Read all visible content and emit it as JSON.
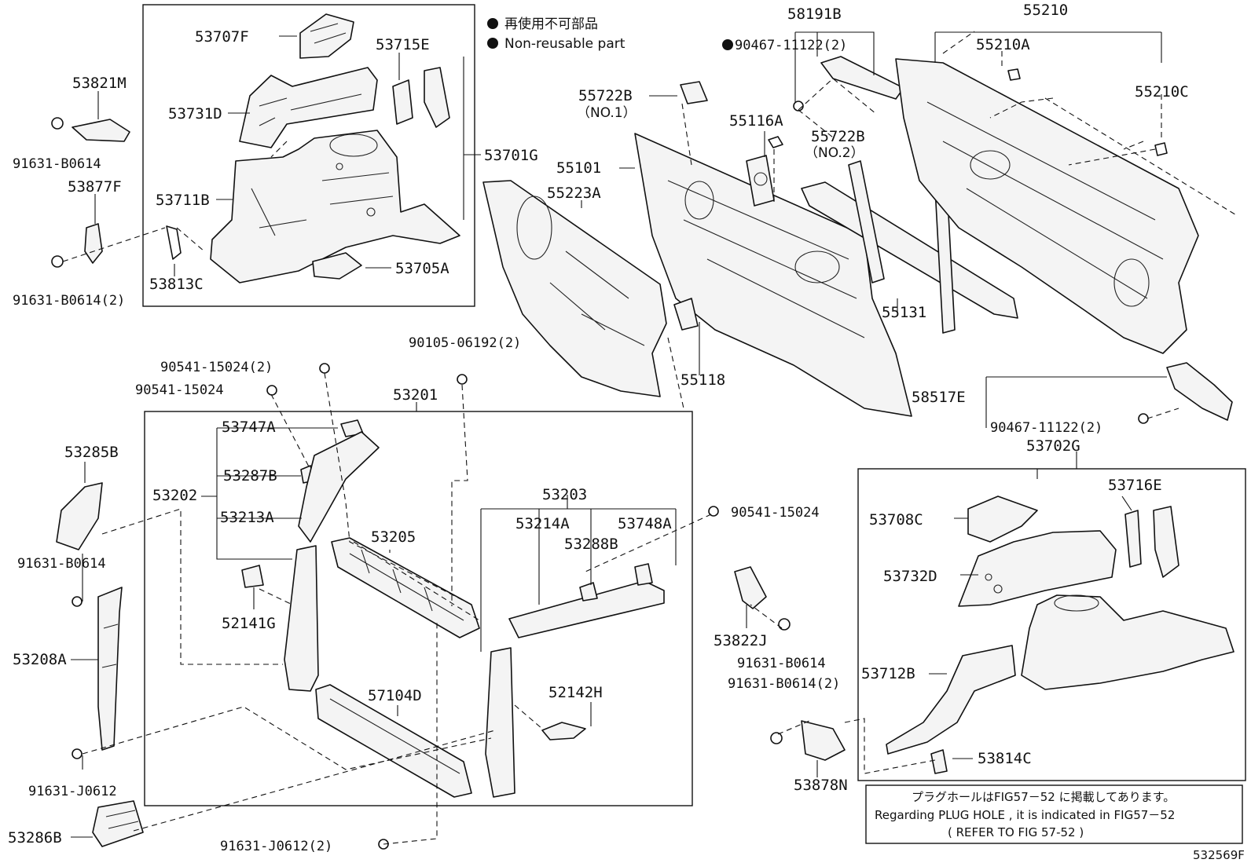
{
  "legend": {
    "jp": "再使用不可部品",
    "en": "Non-reusable part"
  },
  "labels": {
    "p53707F": "53707F",
    "p53715E": "53715E",
    "p53731D": "53731D",
    "p53711B": "53711B",
    "p53705A": "53705A",
    "p53813C": "53813C",
    "p53701G": "53701G",
    "p53821M": "53821M",
    "p91631B0614a": "91631-B0614",
    "p53877F": "53877F",
    "p91631B0614b": "91631-B0614(2)",
    "p58191B": "58191B",
    "p90467a": "90467-11122(2)",
    "p55210": "55210",
    "p55210A": "55210A",
    "p55210C": "55210C",
    "p55722B1": "55722B",
    "no1": "（NO.1）",
    "p55116A": "55116A",
    "p55722B2": "55722B",
    "no2": "（NO.2）",
    "p55101": "55101",
    "p55223A": "55223A",
    "p55131": "55131",
    "p55118": "55118",
    "p90105": "90105-06192(2)",
    "p90541a": "90541-15024(2)",
    "p90541b": "90541-15024",
    "p53201": "53201",
    "p58517E": "58517E",
    "p90467b": "90467-11122(2)",
    "p53702G": "53702G",
    "p53285B": "53285B",
    "p53747A": "53747A",
    "p53287B": "53287B",
    "p53202": "53202",
    "p53213A": "53213A",
    "p53203": "53203",
    "p53205": "53205",
    "p53214A": "53214A",
    "p53748A": "53748A",
    "p53288B": "53288B",
    "p90541c": "90541-15024",
    "p91631B0614c": "91631-B0614",
    "p52141G": "52141G",
    "p53208A": "53208A",
    "p57104D": "57104D",
    "p52142H": "52142H",
    "p53822J": "53822J",
    "p91631B0614d": "91631-B0614",
    "p91631B0614e": "91631-B0614(2)",
    "p53716E": "53716E",
    "p53708C": "53708C",
    "p53732D": "53732D",
    "p53712B": "53712B",
    "p53814C": "53814C",
    "p53878N": "53878N",
    "p91631J0612a": "91631-J0612",
    "p53286B": "53286B",
    "p91631J0612b": "91631-J0612(2)"
  },
  "note": {
    "line1": "プラグホールはFIG57－52 に掲載してあります。",
    "line2": "Regarding PLUG HOLE , it is indicated in FIG57－52",
    "line3": "(      REFER TO FIG 57-52           )"
  },
  "figure_id": "532569F"
}
